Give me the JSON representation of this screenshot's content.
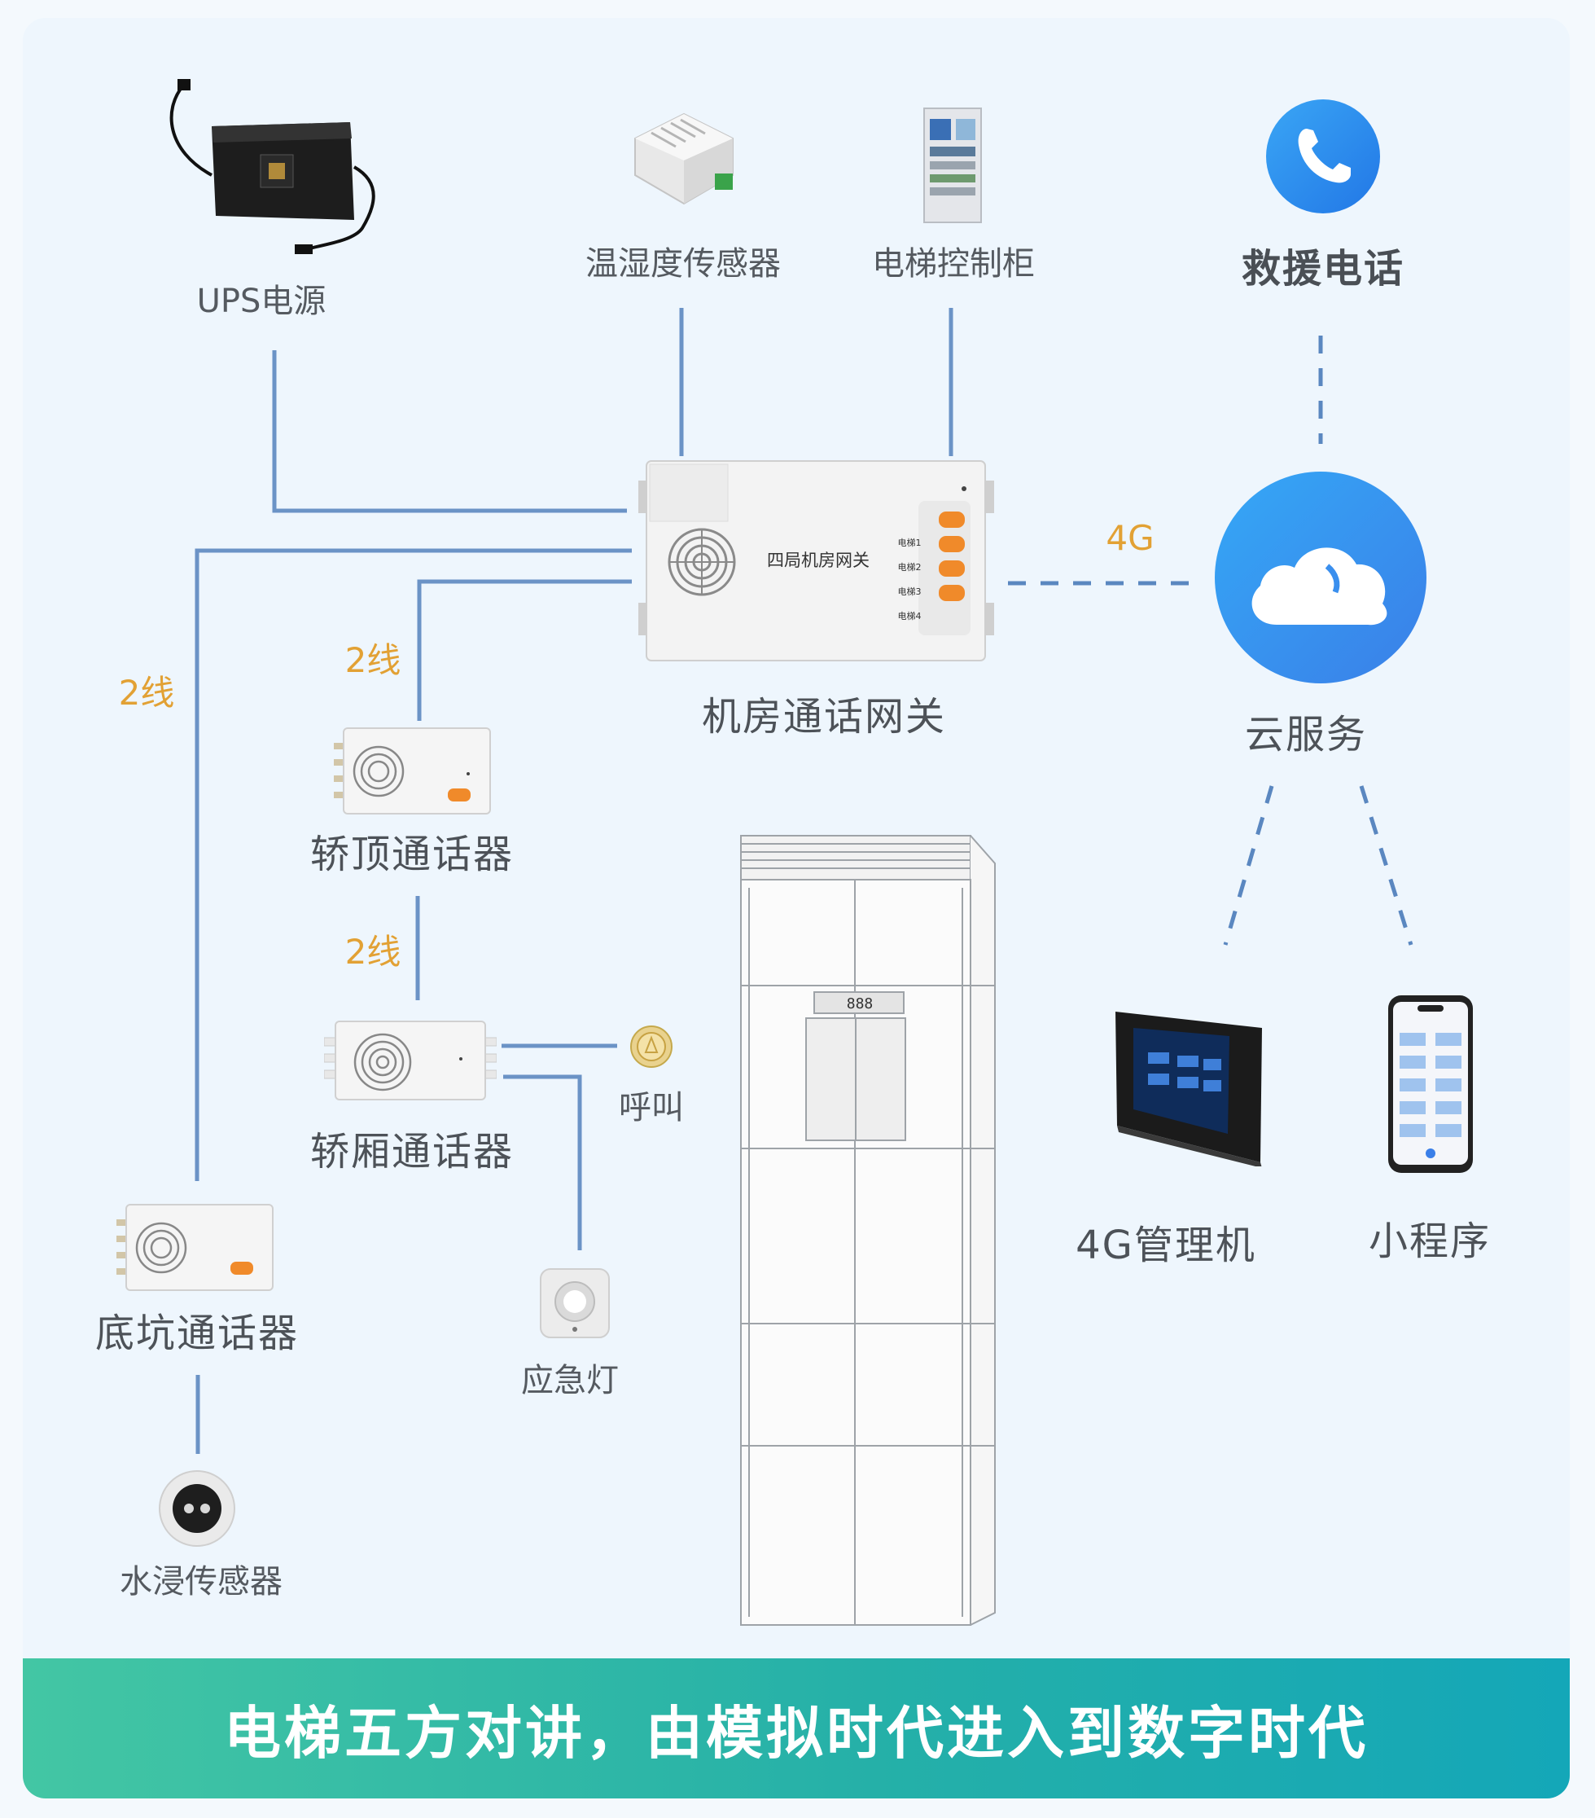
{
  "title": "电梯五方对讲，由模拟时代进入到数字时代",
  "devices": {
    "ups": "UPS电源",
    "th_sensor": "温湿度传感器",
    "control_cabinet": "电梯控制柜",
    "rescue_phone": "救援电话",
    "gateway": "机房通话网关",
    "gateway_panel": "四局机房网关",
    "gateway_buttons": [
      "电梯1",
      "电梯2",
      "电梯3",
      "电梯4"
    ],
    "cloud": "云服务",
    "top_intercom": "轿顶通话器",
    "car_intercom": "轿厢通话器",
    "call": "呼叫",
    "emergency_light": "应急灯",
    "pit_intercom": "底坑通话器",
    "water_sensor": "水浸传感器",
    "manager_4g": "4G管理机",
    "mini_program": "小程序",
    "car_display": "888"
  },
  "wires": {
    "two_wire": "2线",
    "four_g": "4G"
  },
  "colors": {
    "solid_line": "#6b93c6",
    "dashed_line": "#5a87c0",
    "wire_label": "#e2a134",
    "cloud_blue": "#2a8ef0",
    "footer_teal": "#25b0a8"
  }
}
